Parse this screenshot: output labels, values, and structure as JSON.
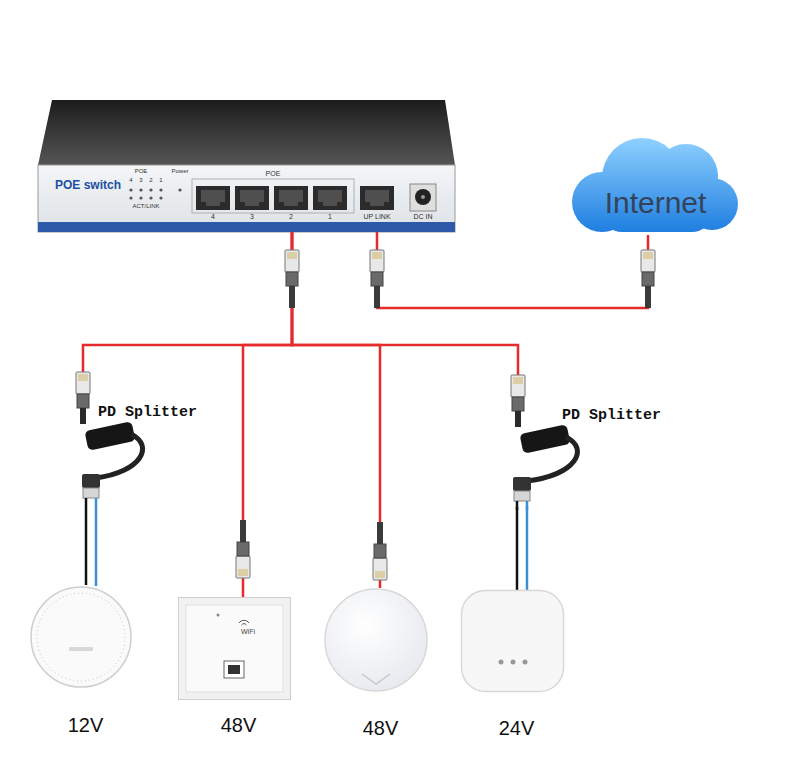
{
  "diagram": {
    "nodes": [
      {
        "text": [
          "POE switch"
        ]
      },
      {
        "text": [
          "Internet"
        ]
      },
      {
        "text": [
          "PD Splitter"
        ]
      },
      {
        "text": [
          "PD Splitter"
        ]
      },
      {
        "text": [
          "12V"
        ]
      },
      {
        "text": [
          "48V"
        ]
      },
      {
        "text": [
          "48V"
        ]
      },
      {
        "text": [
          "24V"
        ]
      }
    ],
    "edges": [
      {
        "from": 0,
        "to": 1,
        "arrow": "none"
      },
      {
        "from": 0,
        "to": 2,
        "arrow": "none"
      },
      {
        "from": 0,
        "to": 5,
        "arrow": "none"
      },
      {
        "from": 0,
        "to": 6,
        "arrow": "none"
      },
      {
        "from": 0,
        "to": 3,
        "arrow": "none"
      },
      {
        "from": 2,
        "to": 4,
        "arrow": "none"
      },
      {
        "from": 3,
        "to": 7,
        "arrow": "none"
      }
    ],
    "labels": [
      "POE",
      "Power",
      "4",
      "3",
      "2",
      "1",
      "ACT/LINK",
      "POE",
      "4",
      "3",
      "2",
      "1",
      "UP LINK",
      "DC IN",
      "WiFi"
    ]
  }
}
